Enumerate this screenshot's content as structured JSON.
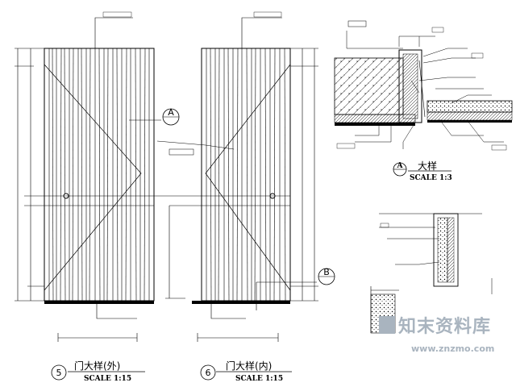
{
  "drawing": {
    "door_outer": {
      "number": "5",
      "title": "门大样(外)",
      "scale": "SCALE 1:15"
    },
    "door_inner": {
      "number": "6",
      "title": "门大样(内)",
      "scale": "SCALE 1:15"
    },
    "section_a": {
      "letter": "A",
      "title": "大样",
      "scale": "SCALE 1:3"
    },
    "callout_a": {
      "letter": "A"
    },
    "callout_b": {
      "letter": "B"
    }
  },
  "watermark": {
    "brand": "知末资料库",
    "url": "www.znzmo.com"
  }
}
